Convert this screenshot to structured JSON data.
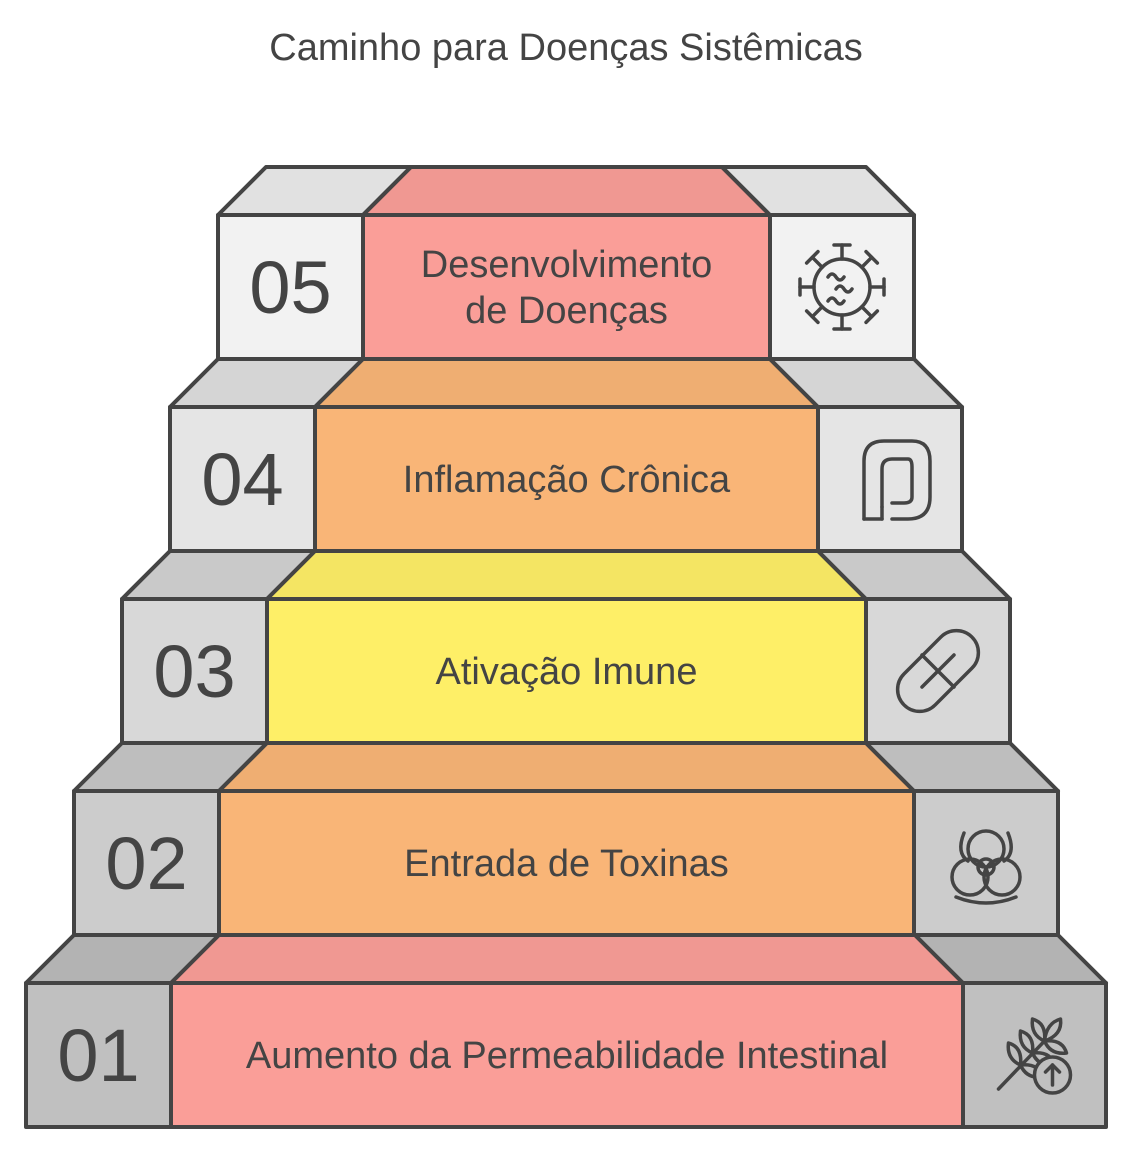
{
  "title": "Caminho para Doenças Sistêmicas",
  "steps": [
    {
      "number": "01",
      "label": "Aumento da Permeabilidade Intestinal",
      "color": "#FA9E98",
      "side_color": "#C0C0C0",
      "icon": "wheat-up-icon"
    },
    {
      "number": "02",
      "label": "Entrada de Toxinas",
      "color": "#F9B577",
      "side_color": "#CCCCCC",
      "icon": "biohazard-icon"
    },
    {
      "number": "03",
      "label": "Ativação Imune",
      "color": "#FEEF67",
      "side_color": "#D8D8D8",
      "icon": "pill-icon"
    },
    {
      "number": "04",
      "label": "Inflamação Crônica",
      "color": "#F9B577",
      "side_color": "#E5E5E5",
      "icon": "intestine-icon"
    },
    {
      "number": "05",
      "label": "Desenvolvimento\nde Doenças",
      "color": "#FA9E98",
      "side_color": "#F2F2F2",
      "icon": "virus-icon"
    }
  ]
}
